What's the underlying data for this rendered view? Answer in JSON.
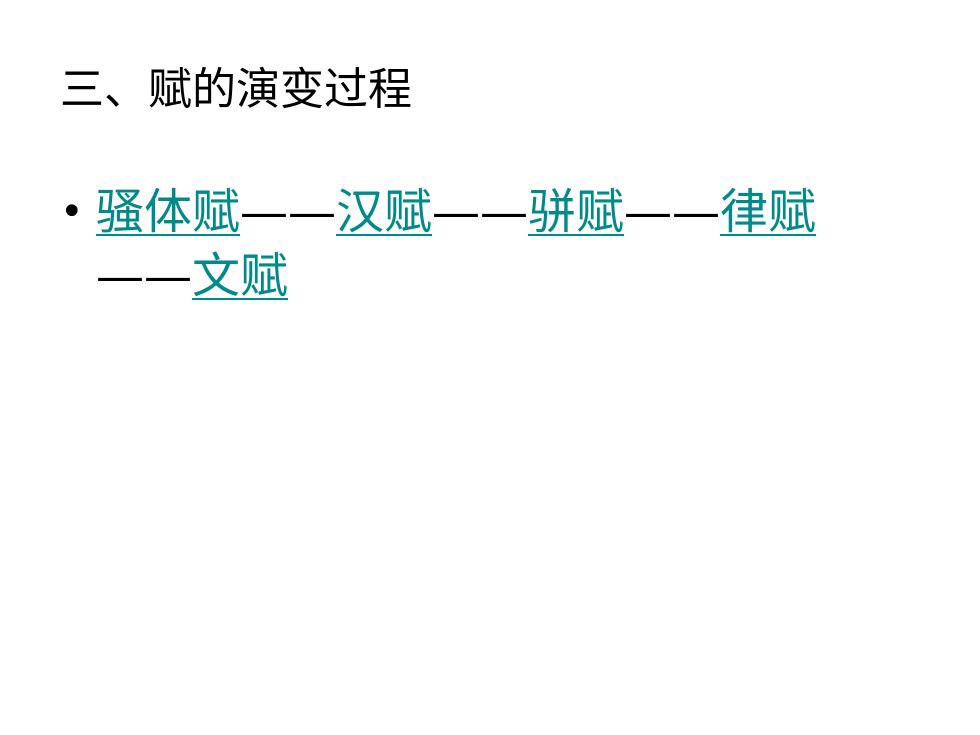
{
  "slide": {
    "title": "三、赋的演变过程",
    "bullet_marker": "•",
    "sequence": [
      {
        "type": "link",
        "text": "骚体赋"
      },
      {
        "type": "separator",
        "text": "——"
      },
      {
        "type": "link",
        "text": "汉赋"
      },
      {
        "type": "separator",
        "text": "——"
      },
      {
        "type": "link",
        "text": "骈赋"
      },
      {
        "type": "separator",
        "text": "——"
      },
      {
        "type": "link",
        "text": "律赋"
      },
      {
        "type": "separator",
        "text": "——"
      },
      {
        "type": "link",
        "text": "文赋"
      }
    ]
  },
  "colors": {
    "link": "#008a8a",
    "text": "#000000",
    "background": "#ffffff"
  }
}
